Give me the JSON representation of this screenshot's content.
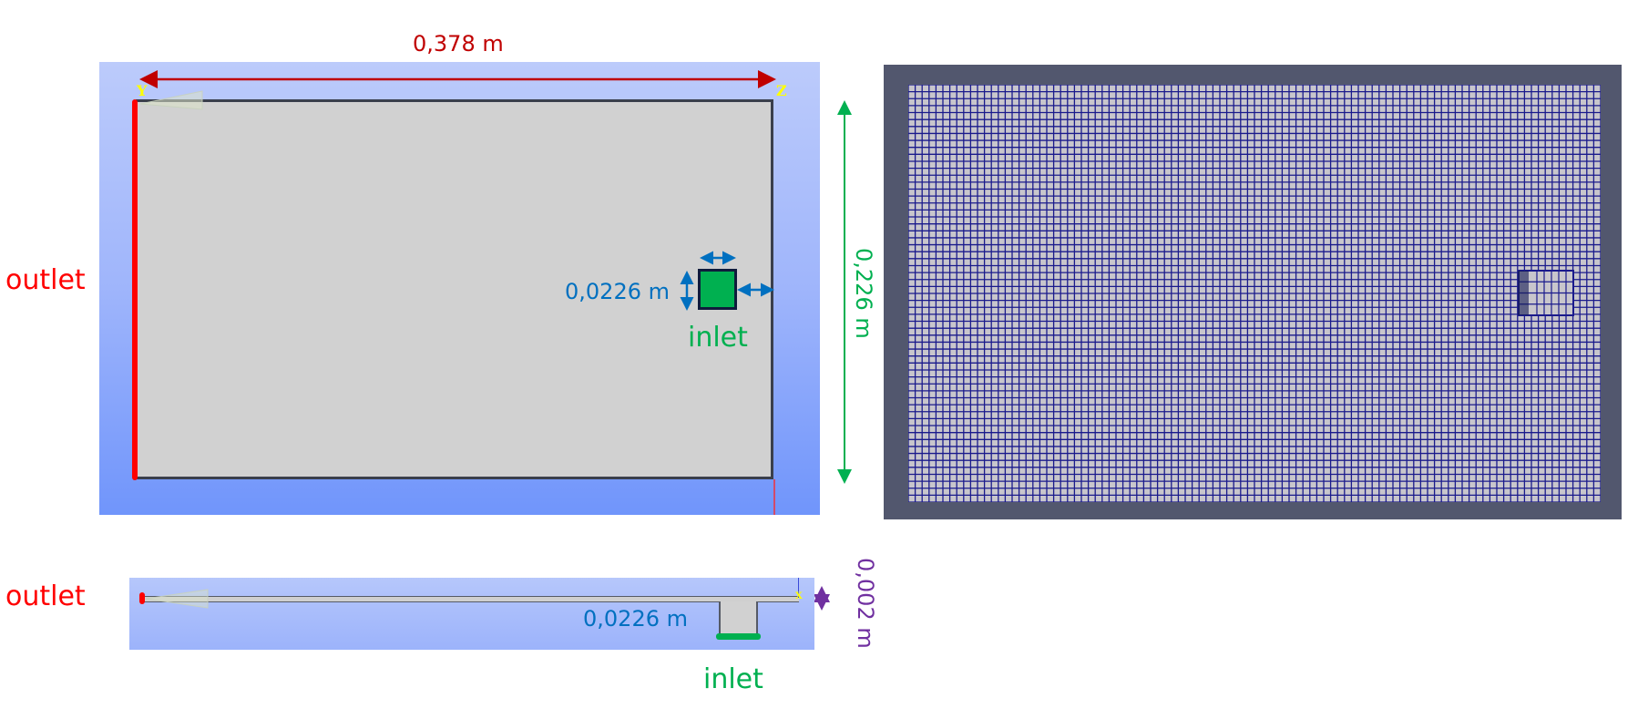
{
  "top_view": {
    "width_dimension": "0,378 m",
    "height_dimension": "0,226 m",
    "inlet_size": "0,0226 m",
    "outlet_label": "outlet",
    "inlet_label": "inlet",
    "axis_labels": [
      "Y",
      "Z"
    ]
  },
  "side_view": {
    "thickness_dimension": "0,002 m",
    "inlet_size": "0,0226 m",
    "outlet_label": "outlet",
    "inlet_label": "inlet",
    "axis_label": "X"
  },
  "mesh_view": {
    "description": "Structured quad mesh with local refinement at inlet",
    "cols": 100,
    "rows": 60
  },
  "colors": {
    "outlet": "#ff0000",
    "inlet": "#00b050",
    "width_dim": "#c00000",
    "height_dim": "#00b050",
    "inlet_dim": "#0070c0",
    "thickness_dim": "#7030a0",
    "mesh_line": "#1a1a8c",
    "mesh_fill": "#c8c6cc",
    "mesh_bg": "#52576e"
  }
}
